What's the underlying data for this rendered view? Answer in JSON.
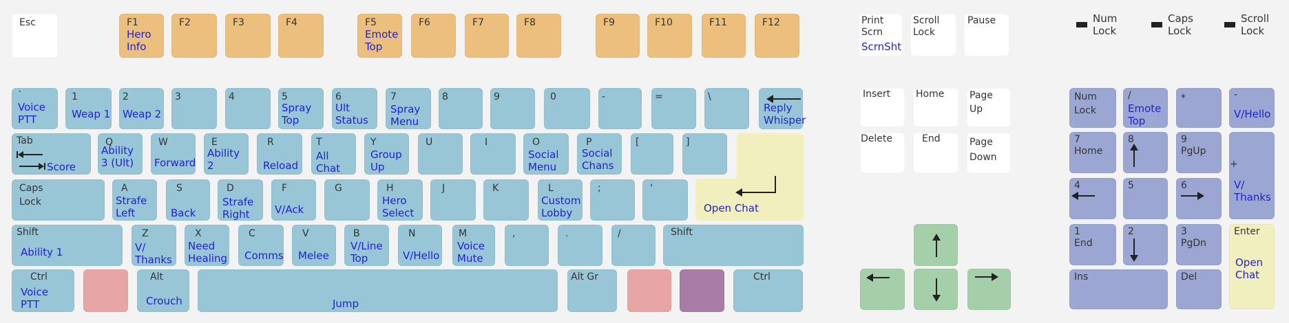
{
  "locks": {
    "num": "Num\nLock",
    "caps": "Caps\nLock",
    "scroll": "Scroll\nLock"
  },
  "keys": {
    "esc": {
      "label": "Esc",
      "action": ""
    },
    "f1": {
      "label": "F1",
      "action": "Hero\nInfo"
    },
    "f2": {
      "label": "F2",
      "action": ""
    },
    "f3": {
      "label": "F3",
      "action": ""
    },
    "f4": {
      "label": "F4",
      "action": ""
    },
    "f5": {
      "label": "F5",
      "action": "Emote\nTop"
    },
    "f6": {
      "label": "F6",
      "action": ""
    },
    "f7": {
      "label": "F7",
      "action": ""
    },
    "f8": {
      "label": "F8",
      "action": ""
    },
    "f9": {
      "label": "F9",
      "action": ""
    },
    "f10": {
      "label": "F10",
      "action": ""
    },
    "f11": {
      "label": "F11",
      "action": ""
    },
    "f12": {
      "label": "F12",
      "action": ""
    },
    "print_screen": {
      "label": "Print\nScrn",
      "action": "ScrnSht"
    },
    "scroll_lock": {
      "label": "Scroll\nLock",
      "action": ""
    },
    "pause": {
      "label": "Pause",
      "action": ""
    },
    "backtick": {
      "label": "`",
      "action": "Voice\nPTT"
    },
    "d1": {
      "label": "1",
      "action": "Weap 1"
    },
    "d2": {
      "label": "2",
      "action": "Weap 2"
    },
    "d3": {
      "label": "3",
      "action": ""
    },
    "d4": {
      "label": "4",
      "action": ""
    },
    "d5": {
      "label": "5",
      "action": "Spray\nTop"
    },
    "d6": {
      "label": "6",
      "action": "Ult\nStatus"
    },
    "d7": {
      "label": "7",
      "action": "Spray\nMenu"
    },
    "d8": {
      "label": "8",
      "action": ""
    },
    "d9": {
      "label": "9",
      "action": ""
    },
    "d0": {
      "label": "0",
      "action": ""
    },
    "minus": {
      "label": "-",
      "action": ""
    },
    "equals": {
      "label": "=",
      "action": ""
    },
    "backslash": {
      "label": "\\",
      "action": ""
    },
    "backspace": {
      "label": "",
      "action": "Reply\nWhisper"
    },
    "tab": {
      "label": "Tab",
      "action": "Score"
    },
    "q": {
      "label": "Q",
      "action": "Ability\n3 (Ult)"
    },
    "w": {
      "label": "W",
      "action": "Forward"
    },
    "e": {
      "label": "E",
      "action": "Ability\n2"
    },
    "r": {
      "label": "R",
      "action": "Reload"
    },
    "t": {
      "label": "T",
      "action": "All\nChat"
    },
    "y": {
      "label": "Y",
      "action": "Group\nUp"
    },
    "u": {
      "label": "U",
      "action": ""
    },
    "i": {
      "label": "I",
      "action": ""
    },
    "o": {
      "label": "O",
      "action": "Social\nMenu"
    },
    "p": {
      "label": "P",
      "action": "Social\nChans"
    },
    "lbracket": {
      "label": "[",
      "action": ""
    },
    "rbracket": {
      "label": "]",
      "action": ""
    },
    "enter_main": {
      "label": "",
      "action": "Open Chat"
    },
    "caps": {
      "label": "Caps\nLock",
      "action": ""
    },
    "a": {
      "label": "A",
      "action": "Strafe\nLeft"
    },
    "s": {
      "label": "S",
      "action": "Back"
    },
    "d": {
      "label": "D",
      "action": "Strafe\nRight"
    },
    "f": {
      "label": "F",
      "action": "V/Ack"
    },
    "g": {
      "label": "G",
      "action": ""
    },
    "h": {
      "label": "H",
      "action": "Hero\nSelect"
    },
    "j": {
      "label": "J",
      "action": ""
    },
    "k": {
      "label": "K",
      "action": ""
    },
    "l": {
      "label": "L",
      "action": "Custom\nLobby"
    },
    "semicolon": {
      "label": ";",
      "action": ""
    },
    "quote": {
      "label": "'",
      "action": ""
    },
    "lshift": {
      "label": "Shift",
      "action": "Ability 1"
    },
    "z": {
      "label": "Z",
      "action": "V/\nThanks"
    },
    "x": {
      "label": "X",
      "action": "Need\nHealing"
    },
    "c": {
      "label": "C",
      "action": "Comms"
    },
    "v": {
      "label": "V",
      "action": "Melee"
    },
    "b": {
      "label": "B",
      "action": "V/Line\nTop"
    },
    "n": {
      "label": "N",
      "action": "V/Hello"
    },
    "m": {
      "label": "M",
      "action": "Voice\nMute"
    },
    "comma": {
      "label": ",",
      "action": ""
    },
    "period": {
      "label": ".",
      "action": ""
    },
    "slash": {
      "label": "/",
      "action": ""
    },
    "rshift": {
      "label": "Shift",
      "action": ""
    },
    "lctrl": {
      "label": "Ctrl",
      "action": "Voice\nPTT"
    },
    "lwin": {
      "label": "",
      "action": ""
    },
    "lalt": {
      "label": "Alt",
      "action": "Crouch"
    },
    "space": {
      "label": "",
      "action": "Jump"
    },
    "altgr": {
      "label": "Alt Gr",
      "action": ""
    },
    "rwin": {
      "label": "",
      "action": ""
    },
    "menu": {
      "label": "",
      "action": ""
    },
    "rctrl": {
      "label": "Ctrl",
      "action": ""
    },
    "insert": {
      "label": "Insert",
      "action": ""
    },
    "home": {
      "label": "Home",
      "action": ""
    },
    "page_up": {
      "label": "Page\nUp",
      "action": ""
    },
    "delete": {
      "label": "Delete",
      "action": ""
    },
    "end": {
      "label": "End",
      "action": ""
    },
    "page_down": {
      "label": "Page\nDown",
      "action": ""
    },
    "arrow_up": {
      "label": "",
      "action": ""
    },
    "arrow_left": {
      "label": "",
      "action": ""
    },
    "arrow_down": {
      "label": "",
      "action": ""
    },
    "arrow_right": {
      "label": "",
      "action": ""
    },
    "num_lock": {
      "label": "Num\nLock",
      "action": ""
    },
    "np_divide": {
      "label": "/",
      "action": "Emote\nTop"
    },
    "np_multiply": {
      "label": "*",
      "action": ""
    },
    "np_minus": {
      "label": "-",
      "action": "V/Hello"
    },
    "np7": {
      "label": "7\nHome",
      "action": ""
    },
    "np8": {
      "label": "8",
      "action": ""
    },
    "np9": {
      "label": "9\nPgUp",
      "action": ""
    },
    "np_plus": {
      "label": "+",
      "action": "V/\nThanks"
    },
    "np4": {
      "label": "4",
      "action": ""
    },
    "np5": {
      "label": "5",
      "action": ""
    },
    "np6": {
      "label": "6",
      "action": ""
    },
    "np1": {
      "label": "1\nEnd",
      "action": ""
    },
    "np2": {
      "label": "2",
      "action": ""
    },
    "np3": {
      "label": "3\nPgDn",
      "action": ""
    },
    "np_enter": {
      "label": "Enter",
      "action": "Open\nChat"
    },
    "np0": {
      "label": "Ins",
      "action": ""
    },
    "np_dot": {
      "label": "Del",
      "action": ""
    }
  }
}
